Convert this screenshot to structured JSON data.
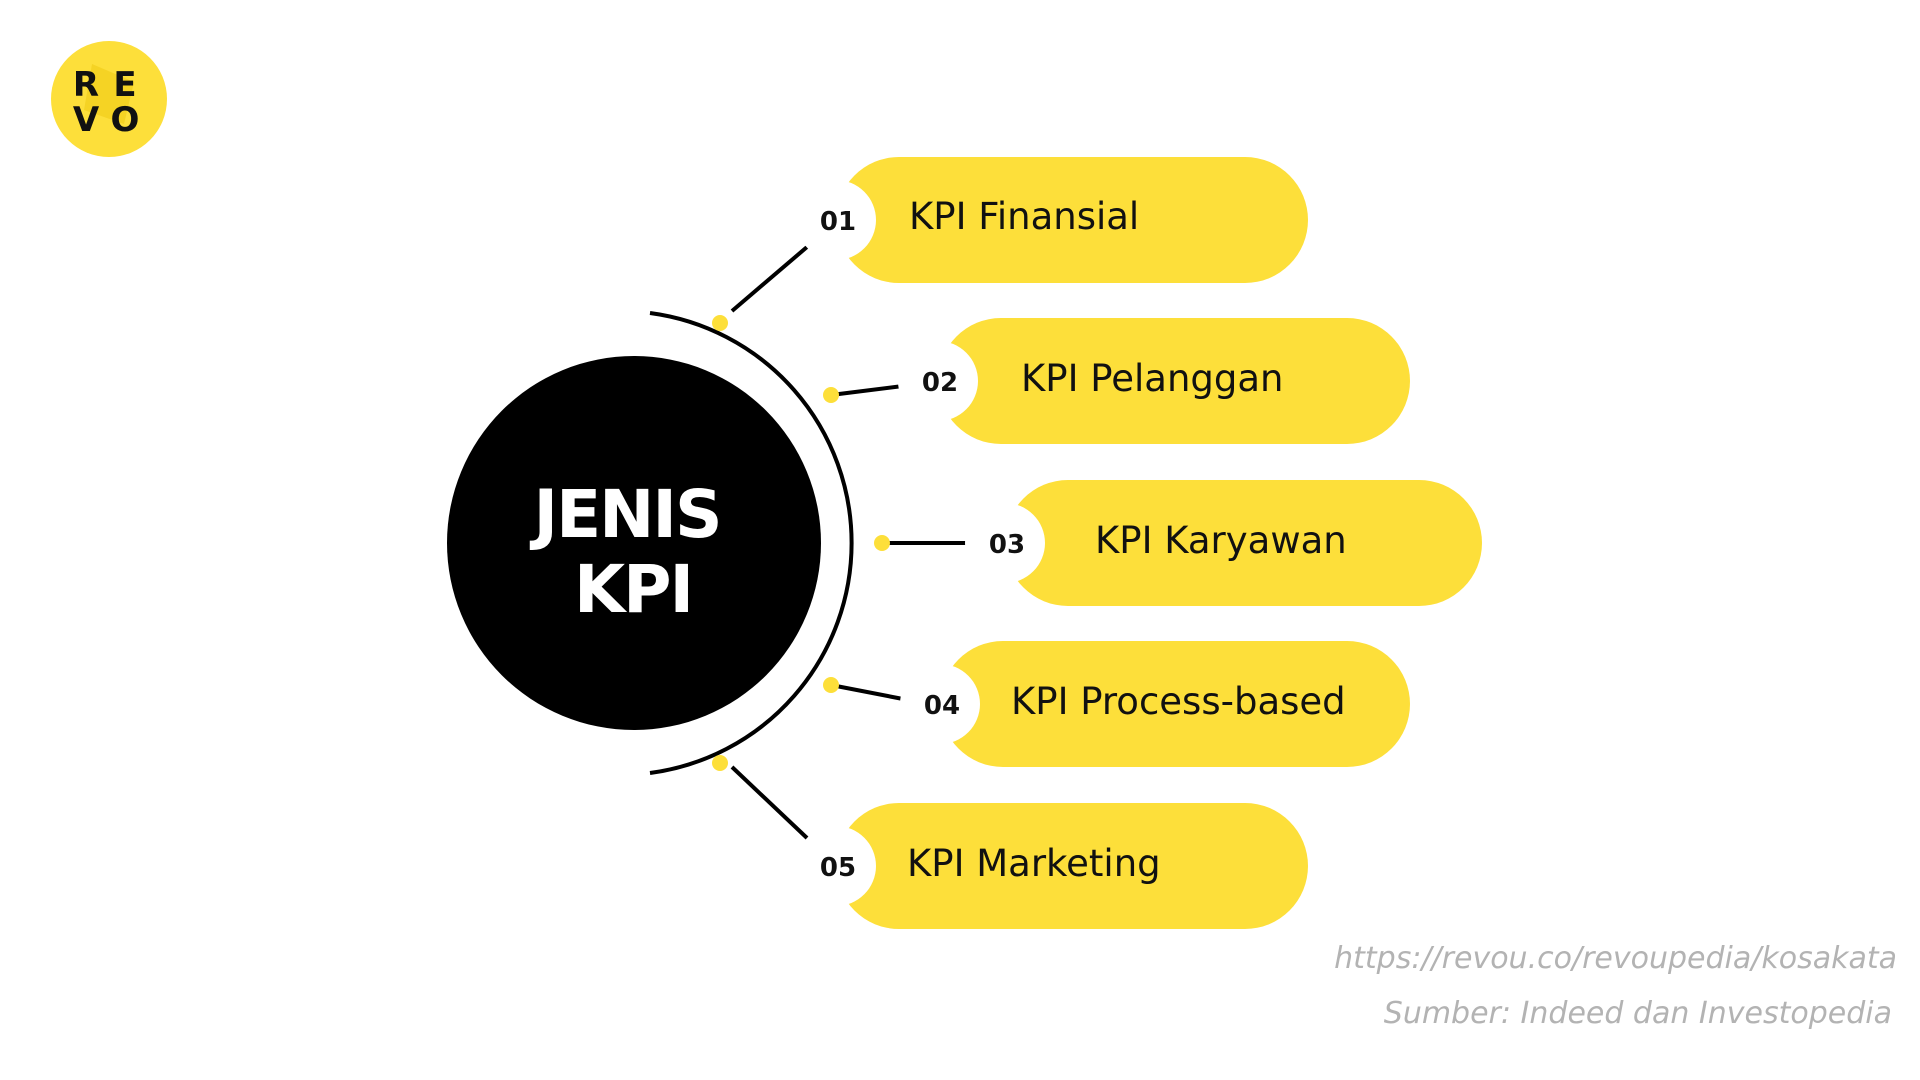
{
  "logo": {
    "letters": [
      "R",
      "E",
      "V",
      "O"
    ],
    "color": "#fddf3a"
  },
  "center": {
    "line1": "JENIS",
    "line2": "KPI",
    "color": "#000000"
  },
  "items": [
    {
      "number": "01",
      "label": "KPI Finansial"
    },
    {
      "number": "02",
      "label": "KPI Pelanggan"
    },
    {
      "number": "03",
      "label": "KPI Karyawan"
    },
    {
      "number": "04",
      "label": "KPI Process-based"
    },
    {
      "number": "05",
      "label": "KPI Marketing"
    }
  ],
  "footer": {
    "url": "https://revou.co/revoupedia/kosakata",
    "source": "Sumber: Indeed dan Investopedia"
  },
  "colors": {
    "accent": "#fddf3a",
    "text": "#111111",
    "muted": "#b3b3b3"
  }
}
